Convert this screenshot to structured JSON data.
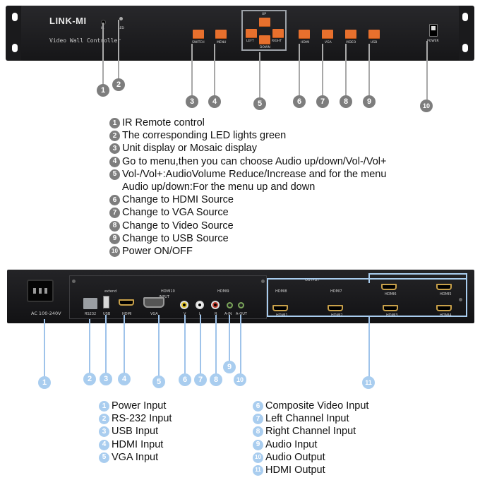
{
  "front_panel": {
    "brand": "LINK-MI",
    "model": "Video Wall Controller",
    "labels": {
      "ir": "IR",
      "led": "LED",
      "switch": "SWITCH",
      "menu": "MENU",
      "up": "UP",
      "left": "LEFT",
      "right": "RIGHT",
      "down": "DOWN",
      "hdmi": "HDMI",
      "vga": "VGA",
      "video": "VIDEO",
      "usb": "USB",
      "power": "POWER"
    },
    "markers": [
      "1",
      "2",
      "3",
      "4",
      "5",
      "6",
      "7",
      "8",
      "9",
      "10"
    ]
  },
  "front_legend": [
    {
      "num": "1",
      "text": "IR Remote control"
    },
    {
      "num": "2",
      "text": "The corresponding LED lights green"
    },
    {
      "num": "3",
      "text": "Unit display or Mosaic display"
    },
    {
      "num": "4",
      "text": "Go to menu,then you can choose Audio up/down/Vol-/Vol+"
    },
    {
      "num": "5",
      "text": "Vol-/Vol+:AudioVolume Reduce/Increase and for the menu",
      "cont": "Audio up/down:For the menu up and down"
    },
    {
      "num": "6",
      "text": "Change to HDMI Source"
    },
    {
      "num": "7",
      "text": "Change to VGA Source"
    },
    {
      "num": "8",
      "text": "Change to Video Source"
    },
    {
      "num": "9",
      "text": "Change to USB Source"
    },
    {
      "num": "10",
      "text": "Power ON/OFF"
    }
  ],
  "rear_panel": {
    "labels": {
      "ac": "AC 100-240V",
      "rs232": "RS232",
      "usb": "USB",
      "hdmi": "HDMI",
      "input": "INPUT",
      "vga": "VGA",
      "v": "V",
      "l": "L",
      "r": "R",
      "ain": "A-IN",
      "aout": "A-OUT",
      "extend": "extend",
      "output": "OUTPUT",
      "hdmi1": "HDMI1",
      "hdmi2": "HDMI2",
      "hdmi3": "HDMI3",
      "hdmi4": "HDMI4",
      "hdmi5": "HDMI5",
      "hdmi6": "HDMI6",
      "hdmi7": "HDMI7",
      "hdmi8": "HDMI8",
      "hdmi9": "HDMI9",
      "hdmi10": "HDMI10"
    },
    "markers": [
      "1",
      "2",
      "3",
      "4",
      "5",
      "6",
      "7",
      "8",
      "9",
      "10",
      "11"
    ]
  },
  "rear_legend_left": [
    {
      "num": "1",
      "text": "Power Input"
    },
    {
      "num": "2",
      "text": "RS-232 Input"
    },
    {
      "num": "3",
      "text": "USB Input"
    },
    {
      "num": "4",
      "text": "HDMI Input"
    },
    {
      "num": "5",
      "text": "VGA Input"
    }
  ],
  "rear_legend_right": [
    {
      "num": "6",
      "text": "Composite Video Input"
    },
    {
      "num": "7",
      "text": "Left Channel Input"
    },
    {
      "num": "8",
      "text": "Right Channel Input"
    },
    {
      "num": "9",
      "text": "Audio Input"
    },
    {
      "num": "10",
      "text": "Audio Output"
    },
    {
      "num": "11",
      "text": "HDMI Output"
    }
  ],
  "colors": {
    "button_orange": "#e8702d",
    "front_marker": "#7d7d7d",
    "rear_marker": "#a9cdef",
    "panel": "#1f1f22"
  }
}
